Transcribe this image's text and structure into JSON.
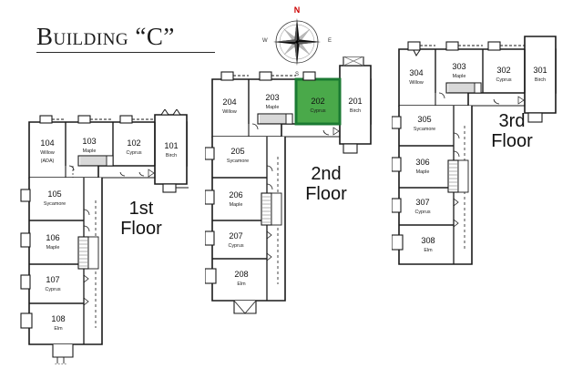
{
  "page": {
    "title": "Building “C”",
    "background_color": "#ffffff"
  },
  "compass": {
    "north_label": "N",
    "south_label": "S",
    "west_label": "W",
    "east_label": "E",
    "north_color": "#cc0000"
  },
  "legend": {
    "highlight_fill": "#4aa94a",
    "highlight_stroke": "#1b7a33",
    "wall_color": "#1a1a1a"
  },
  "floors": [
    {
      "id": "floor-1",
      "label": "1st\nFloor",
      "units": [
        {
          "number": "101",
          "name": "Birch",
          "sub": "",
          "highlighted": false
        },
        {
          "number": "102",
          "name": "Cyprus",
          "sub": "",
          "highlighted": false
        },
        {
          "number": "103",
          "name": "Maple",
          "sub": "",
          "highlighted": false
        },
        {
          "number": "104",
          "name": "Willow",
          "sub": "(ADA)",
          "highlighted": false
        },
        {
          "number": "105",
          "name": "Sycamore",
          "sub": "",
          "highlighted": false
        },
        {
          "number": "106",
          "name": "Maple",
          "sub": "",
          "highlighted": false
        },
        {
          "number": "107",
          "name": "Cyprus",
          "sub": "",
          "highlighted": false
        },
        {
          "number": "108",
          "name": "Elm",
          "sub": "",
          "highlighted": false
        }
      ]
    },
    {
      "id": "floor-2",
      "label": "2nd\nFloor",
      "units": [
        {
          "number": "201",
          "name": "Birch",
          "sub": "",
          "highlighted": false
        },
        {
          "number": "202",
          "name": "Cyprus",
          "sub": "",
          "highlighted": true
        },
        {
          "number": "203",
          "name": "Maple",
          "sub": "",
          "highlighted": false
        },
        {
          "number": "204",
          "name": "Willow",
          "sub": "",
          "highlighted": false
        },
        {
          "number": "205",
          "name": "Sycamore",
          "sub": "",
          "highlighted": false
        },
        {
          "number": "206",
          "name": "Maple",
          "sub": "",
          "highlighted": false
        },
        {
          "number": "207",
          "name": "Cyprus",
          "sub": "",
          "highlighted": false
        },
        {
          "number": "208",
          "name": "Elm",
          "sub": "",
          "highlighted": false
        }
      ]
    },
    {
      "id": "floor-3",
      "label": "3rd\nFloor",
      "units": [
        {
          "number": "301",
          "name": "Birch",
          "sub": "",
          "highlighted": false
        },
        {
          "number": "302",
          "name": "Cyprus",
          "sub": "",
          "highlighted": false
        },
        {
          "number": "303",
          "name": "Maple",
          "sub": "",
          "highlighted": false
        },
        {
          "number": "304",
          "name": "Willow",
          "sub": "",
          "highlighted": false
        },
        {
          "number": "305",
          "name": "Sycamore",
          "sub": "",
          "highlighted": false
        },
        {
          "number": "306",
          "name": "Maple",
          "sub": "",
          "highlighted": false
        },
        {
          "number": "307",
          "name": "Cyprus",
          "sub": "",
          "highlighted": false
        },
        {
          "number": "308",
          "name": "Elm",
          "sub": "",
          "highlighted": false
        }
      ]
    }
  ]
}
